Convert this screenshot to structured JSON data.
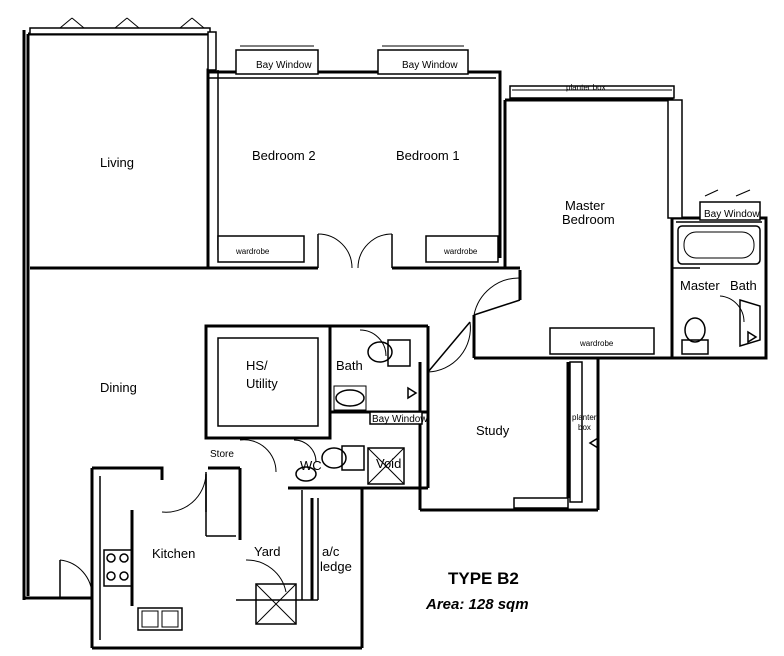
{
  "plan": {
    "type_label": "TYPE B2",
    "area_label": "Area: 128 sqm"
  },
  "rooms": {
    "living": "Living",
    "dining": "Dining",
    "bedroom2": "Bedroom  2",
    "bedroom1": "Bedroom  1",
    "master_line1": "Master",
    "master_line2": "Bedroom",
    "hs_line1": "HS/",
    "hs_line2": "Utility",
    "study": "Study",
    "kitchen": "Kitchen",
    "yard": "Yard",
    "ledge_line1": "a/c",
    "ledge_line2": "ledge",
    "store": "Store",
    "wc": "WC",
    "void": "Void",
    "bath": "Bath",
    "master_bath_left": "Master",
    "master_bath_right": "Bath"
  },
  "annotations": {
    "bay_window_bedroom2": "Bay Window",
    "bay_window_bedroom1": "Bay Window",
    "bay_window_master": "Bay Window",
    "bay_window_study": "Bay Window",
    "planter_box": "planter box",
    "wardrobe_bedroom2": "wardrobe",
    "wardrobe_bedroom1": "wardrobe",
    "wardrobe_master": "wardrobe",
    "planter_box_vertical_1": "planter",
    "planter_box_vertical_2": "box"
  }
}
